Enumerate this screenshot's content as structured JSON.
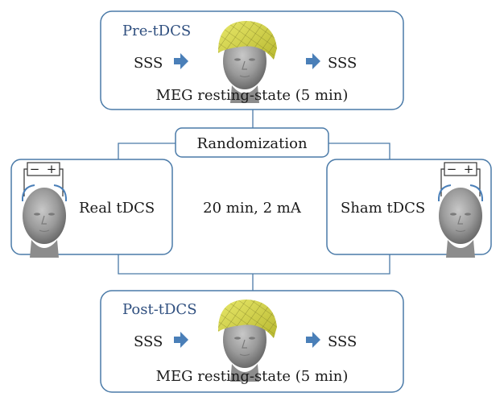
{
  "pre": {
    "title": "Pre-tDCS",
    "left_label": "SSS",
    "right_label": "SSS",
    "caption": "MEG resting-state (5 min)"
  },
  "randomization": {
    "label": "Randomization"
  },
  "real": {
    "label": "Real tDCS",
    "minus": "−",
    "plus": "+"
  },
  "middle": {
    "label": "20 min, 2 mA"
  },
  "sham": {
    "label": "Sham tDCS",
    "minus": "−",
    "plus": "+"
  },
  "post": {
    "title": "Post-tDCS",
    "left_label": "SSS",
    "right_label": "SSS",
    "caption": "MEG resting-state (5 min)"
  },
  "colors": {
    "box_stroke": "#4a7aa8",
    "arrow": "#4a7fb8",
    "title": "#2f4f7f",
    "helmet": "#d9d94a",
    "head": "#9a9a9a"
  }
}
